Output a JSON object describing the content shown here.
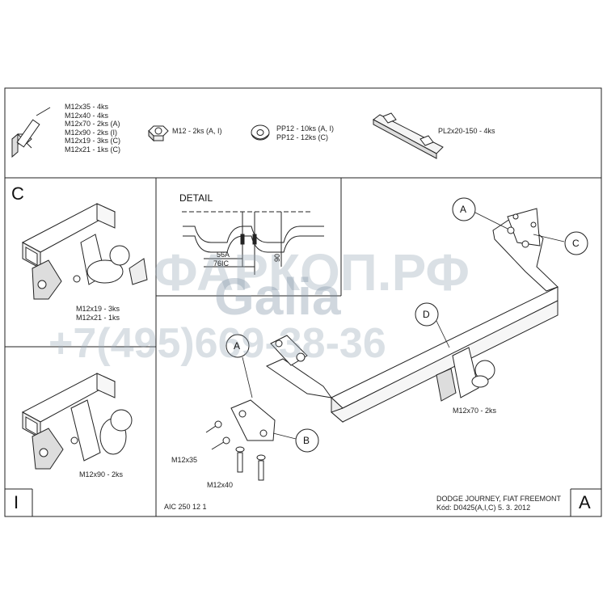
{
  "parts": {
    "bolts": [
      "M12x35 - 4ks",
      "M12x40 - 4ks",
      "M12x70 - 2ks (A)",
      "M12x90 - 2ks (I)",
      "M12x19 - 3ks (C)",
      "M12x21 - 1ks (C)"
    ],
    "nut": "M12 - 2ks (A, I)",
    "washers": [
      "PP12 - 10ks (A, I)",
      "PP12 - 12ks (C)"
    ],
    "plate": "PL2x20-150 - 4ks"
  },
  "panel_c": {
    "tag": "C",
    "labels": [
      "M12x19 - 3ks",
      "M12x21 - 1ks"
    ]
  },
  "panel_i": {
    "tag": "I",
    "label": "M12x90 - 2ks"
  },
  "detail": {
    "title": "DETAIL",
    "dim1": "56A",
    "dim2": "76IC",
    "dim3": "90"
  },
  "main": {
    "callouts": [
      "A",
      "C",
      "D",
      "A",
      "B"
    ],
    "bolt_labels": {
      "m12x70": "M12x70 - 2ks",
      "m12x35": "M12x35",
      "m12x40": "M12x40"
    }
  },
  "footer": {
    "code": "AIC 250 12 1",
    "vehicle": "DODGE JOURNEY, FIAT FREEMONT",
    "kod": "Kód: D0425(A,I,C)  5. 3. 2012",
    "tag": "A"
  },
  "watermark": {
    "text": "+7(495)669-38-36",
    "site": "ФАРКОП.РФ",
    "brand": "Galia"
  }
}
